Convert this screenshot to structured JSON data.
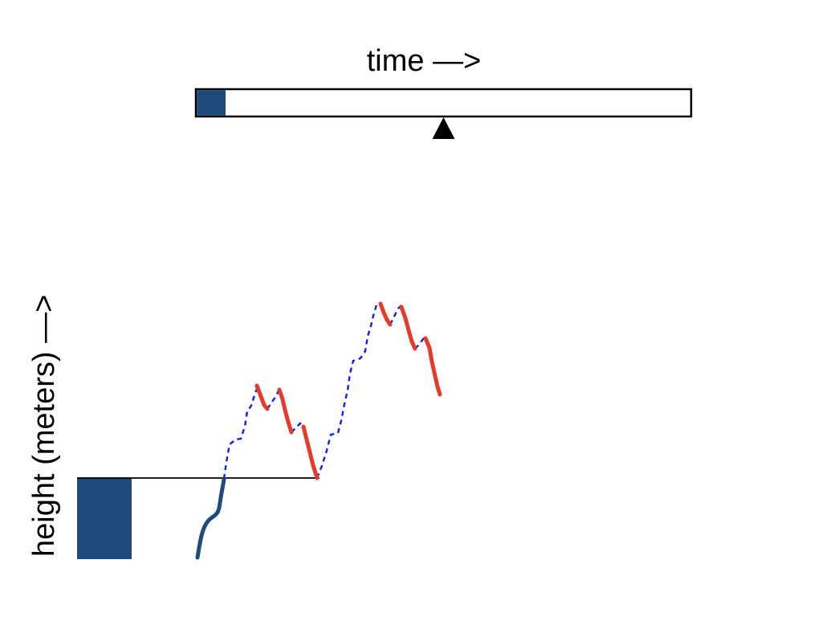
{
  "time_label": "time —>",
  "height_label": "height (meters) —>",
  "colors": {
    "fill_blue": "#1f4b7a",
    "climb_blue": "#1f4b7a",
    "dashed_blue": "#1020e0",
    "descent_red": "#e83a2a",
    "outline": "#000000"
  },
  "timeline": {
    "progress_fraction": 0.06,
    "marker_fraction": 0.5
  },
  "icons": {
    "marker": "triangle-up-icon"
  }
}
